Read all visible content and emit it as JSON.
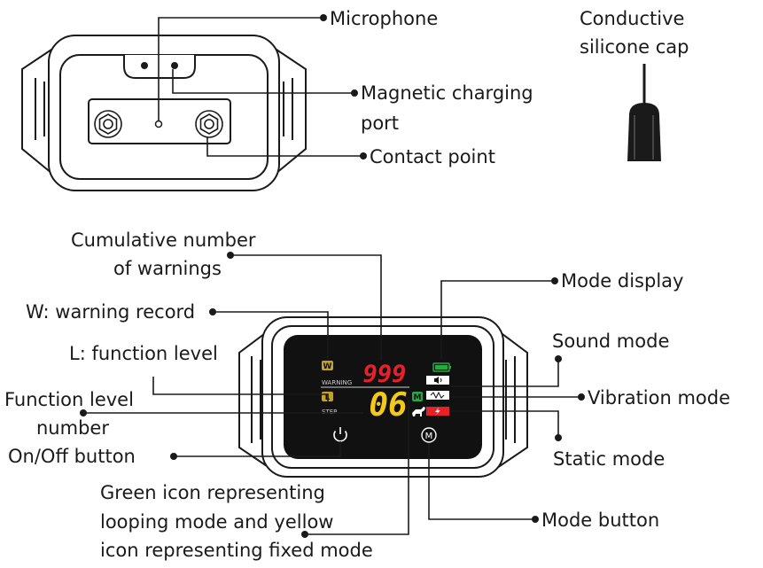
{
  "labels": {
    "microphone": "Microphone",
    "conductive_1": "Conductive",
    "conductive_2": "silicone cap",
    "magnetic_1": "Magnetic charging",
    "magnetic_2": "port",
    "contact_point": "Contact point",
    "cumulative_1": "Cumulative number",
    "cumulative_2": "of warnings",
    "mode_display": "Mode display",
    "w_record": "W: warning record",
    "sound_mode": "Sound mode",
    "l_level": "L: function level",
    "vibration_mode": "Vibration mode",
    "function_level_1": "Function level",
    "function_level_2": "number",
    "on_off": "On/Off button",
    "static_mode": "Static mode",
    "green_1": "Green icon representing",
    "green_2": "looping mode and yellow",
    "green_3": "icon representing fixed mode",
    "mode_button": "Mode button"
  },
  "screen": {
    "warning_count": "999",
    "warning_text": "WARNING",
    "level_value": "06",
    "step_text": "STEP",
    "w_badge": "W",
    "l_badge": "L",
    "m_badge": "M",
    "mode_btn_glyph": "M"
  },
  "colors": {
    "red_digits": "#e8202a",
    "yellow_digits": "#f2c81a",
    "green_badge": "#27a844",
    "yellow_badge": "#c8a21e",
    "screen_bg": "#111111"
  }
}
